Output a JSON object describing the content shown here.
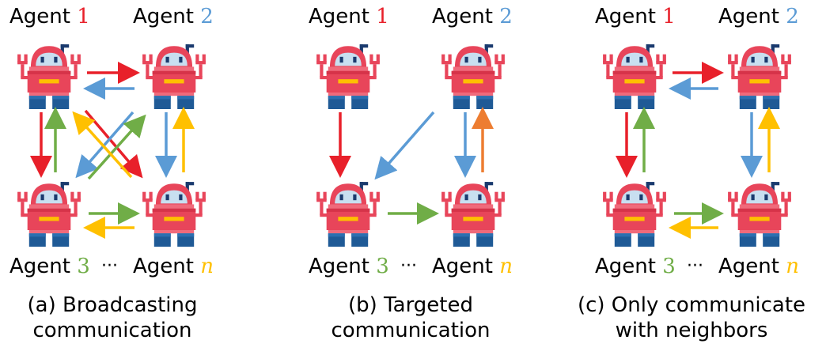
{
  "colors": {
    "agent1": "#e8202a",
    "agent2": "#5b9bd5",
    "agent3": "#70ad47",
    "agentn": "#ffc000",
    "orange": "#ed7d31"
  },
  "agent_word": "Agent",
  "ellipsis": "···",
  "panels": [
    {
      "caption_line1": "(a) Broadcasting",
      "caption_line2": "communication",
      "agents": {
        "a1": "1",
        "a2": "2",
        "a3": "3",
        "an": "n"
      }
    },
    {
      "caption_line1": "(b) Targeted",
      "caption_line2": "communication",
      "agents": {
        "a1": "1",
        "a2": "2",
        "a3": "3",
        "an": "n"
      }
    },
    {
      "caption_line1": "(c) Only communicate",
      "caption_line2": "with neighbors",
      "agents": {
        "a1": "1",
        "a2": "2",
        "a3": "3",
        "an": "n"
      }
    }
  ],
  "icons": [
    "robot-icon"
  ]
}
